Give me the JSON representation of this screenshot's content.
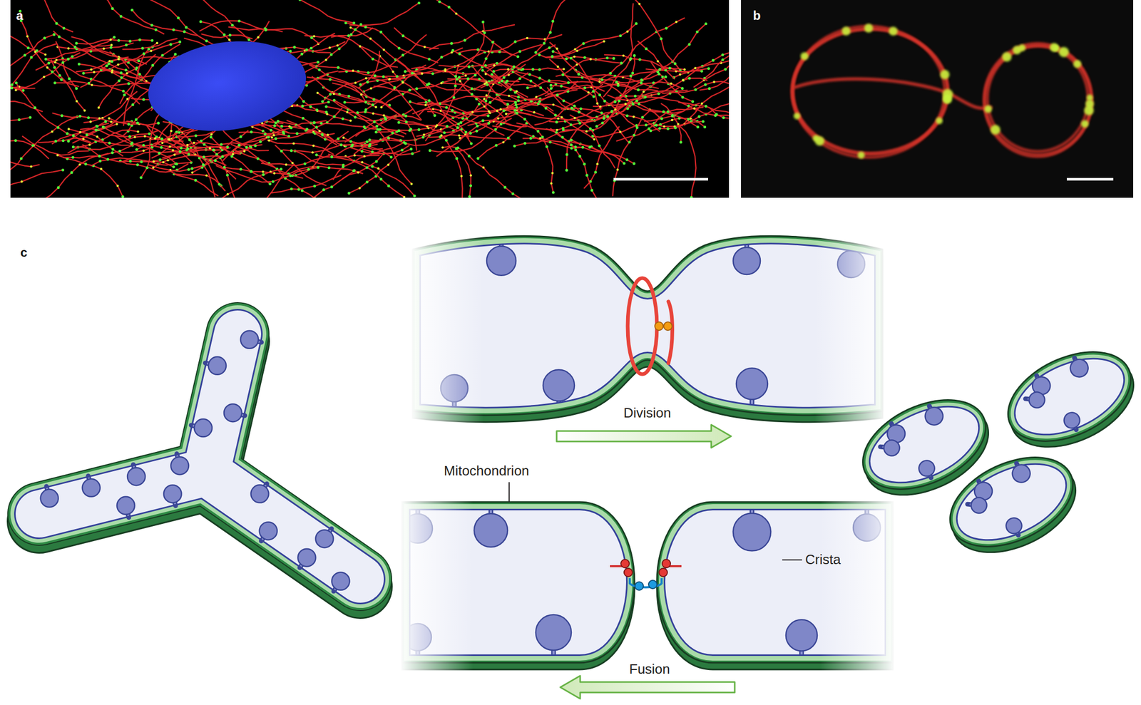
{
  "diagram": {
    "labels": [
      "a",
      "b",
      "c",
      "Division",
      "Mitochondrion",
      "Crista",
      "Fusion"
    ]
  }
}
